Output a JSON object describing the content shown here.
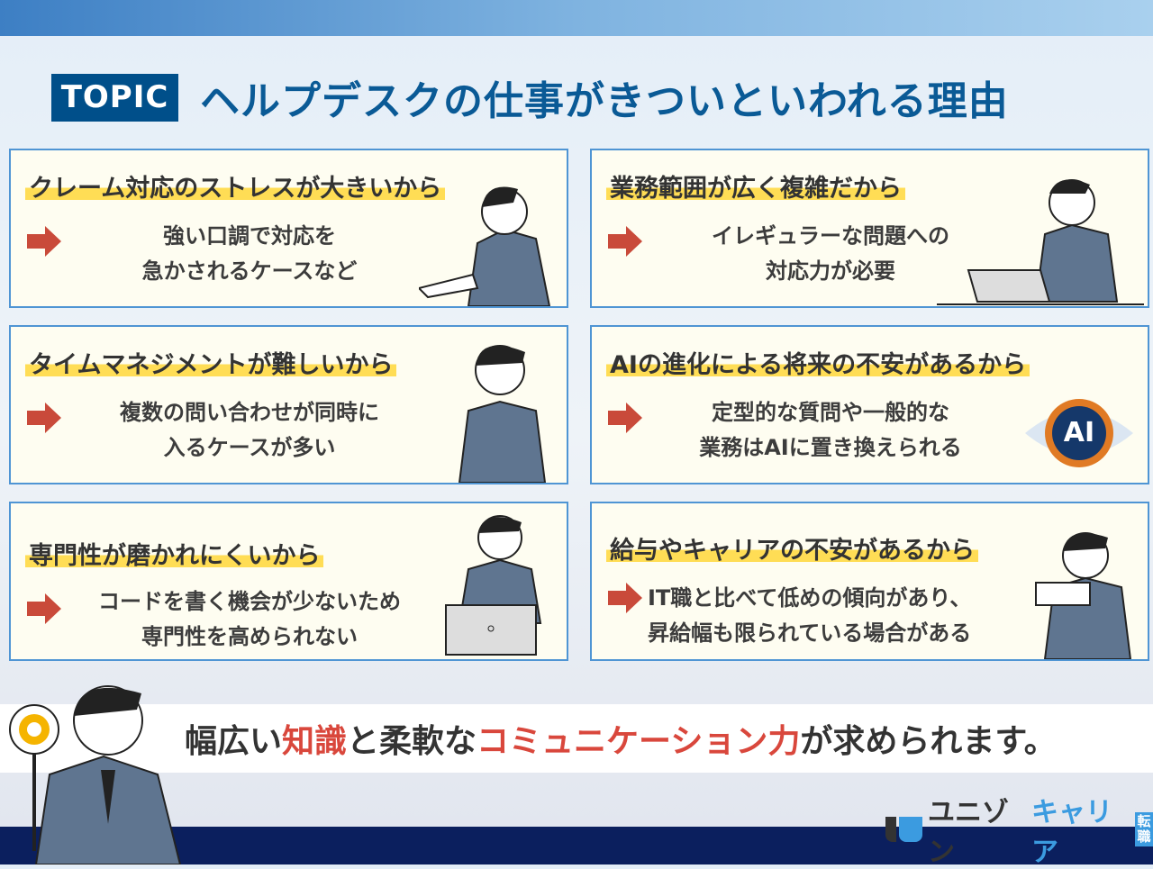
{
  "header": {
    "badge": "TOPIC",
    "title": "ヘルプデスクの仕事がきついといわれる理由"
  },
  "cards": [
    {
      "heading": "クレーム対応のストレスが大きいから",
      "lines": [
        "強い口調で対応を",
        "急かされるケースなど"
      ]
    },
    {
      "heading": "業務範囲が広く複雑だから",
      "lines": [
        "イレギュラーな問題への",
        "対応力が必要"
      ]
    },
    {
      "heading": "タイムマネジメントが難しいから",
      "lines": [
        "複数の問い合わせが同時に",
        "入るケースが多い"
      ]
    },
    {
      "heading": "AIの進化による将来の不安があるから",
      "lines": [
        "定型的な質問や一般的な",
        "業務はAIに置き換えられる"
      ],
      "icon_text": "AI"
    },
    {
      "heading": "専門性が磨かれにくいから",
      "lines": [
        "コードを書く機会が少ないため",
        "専門性を高められない"
      ]
    },
    {
      "heading": "給与やキャリアの不安があるから",
      "lines": [
        "IT職と比べて低めの傾向があり、",
        "昇給幅も限られている場合がある"
      ]
    }
  ],
  "banner": {
    "p1": "幅広い",
    "p2": "知識",
    "p3": "と柔軟な",
    "p4": "コミュニケーション力",
    "p5": "が求められます。"
  },
  "logo": {
    "dark": "ユニゾン",
    "blue": "キャリア",
    "tag": "転職"
  },
  "colors": {
    "navy": "#004f8a",
    "accent_red": "#d9473c",
    "highlight": "#ffdd55",
    "border": "#4f95d4"
  }
}
